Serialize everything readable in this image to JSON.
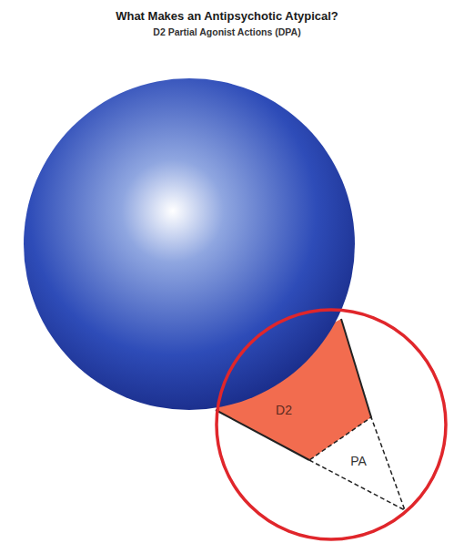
{
  "diagram": {
    "title": "What Makes an Antipsychotic Atypical?",
    "nodes": [
      {
        "text": [
          "D2"
        ]
      },
      {
        "text": [
          "PA"
        ]
      }
    ],
    "labels": [
      "D2 Partial Agonist Actions (DPA)"
    ]
  }
}
